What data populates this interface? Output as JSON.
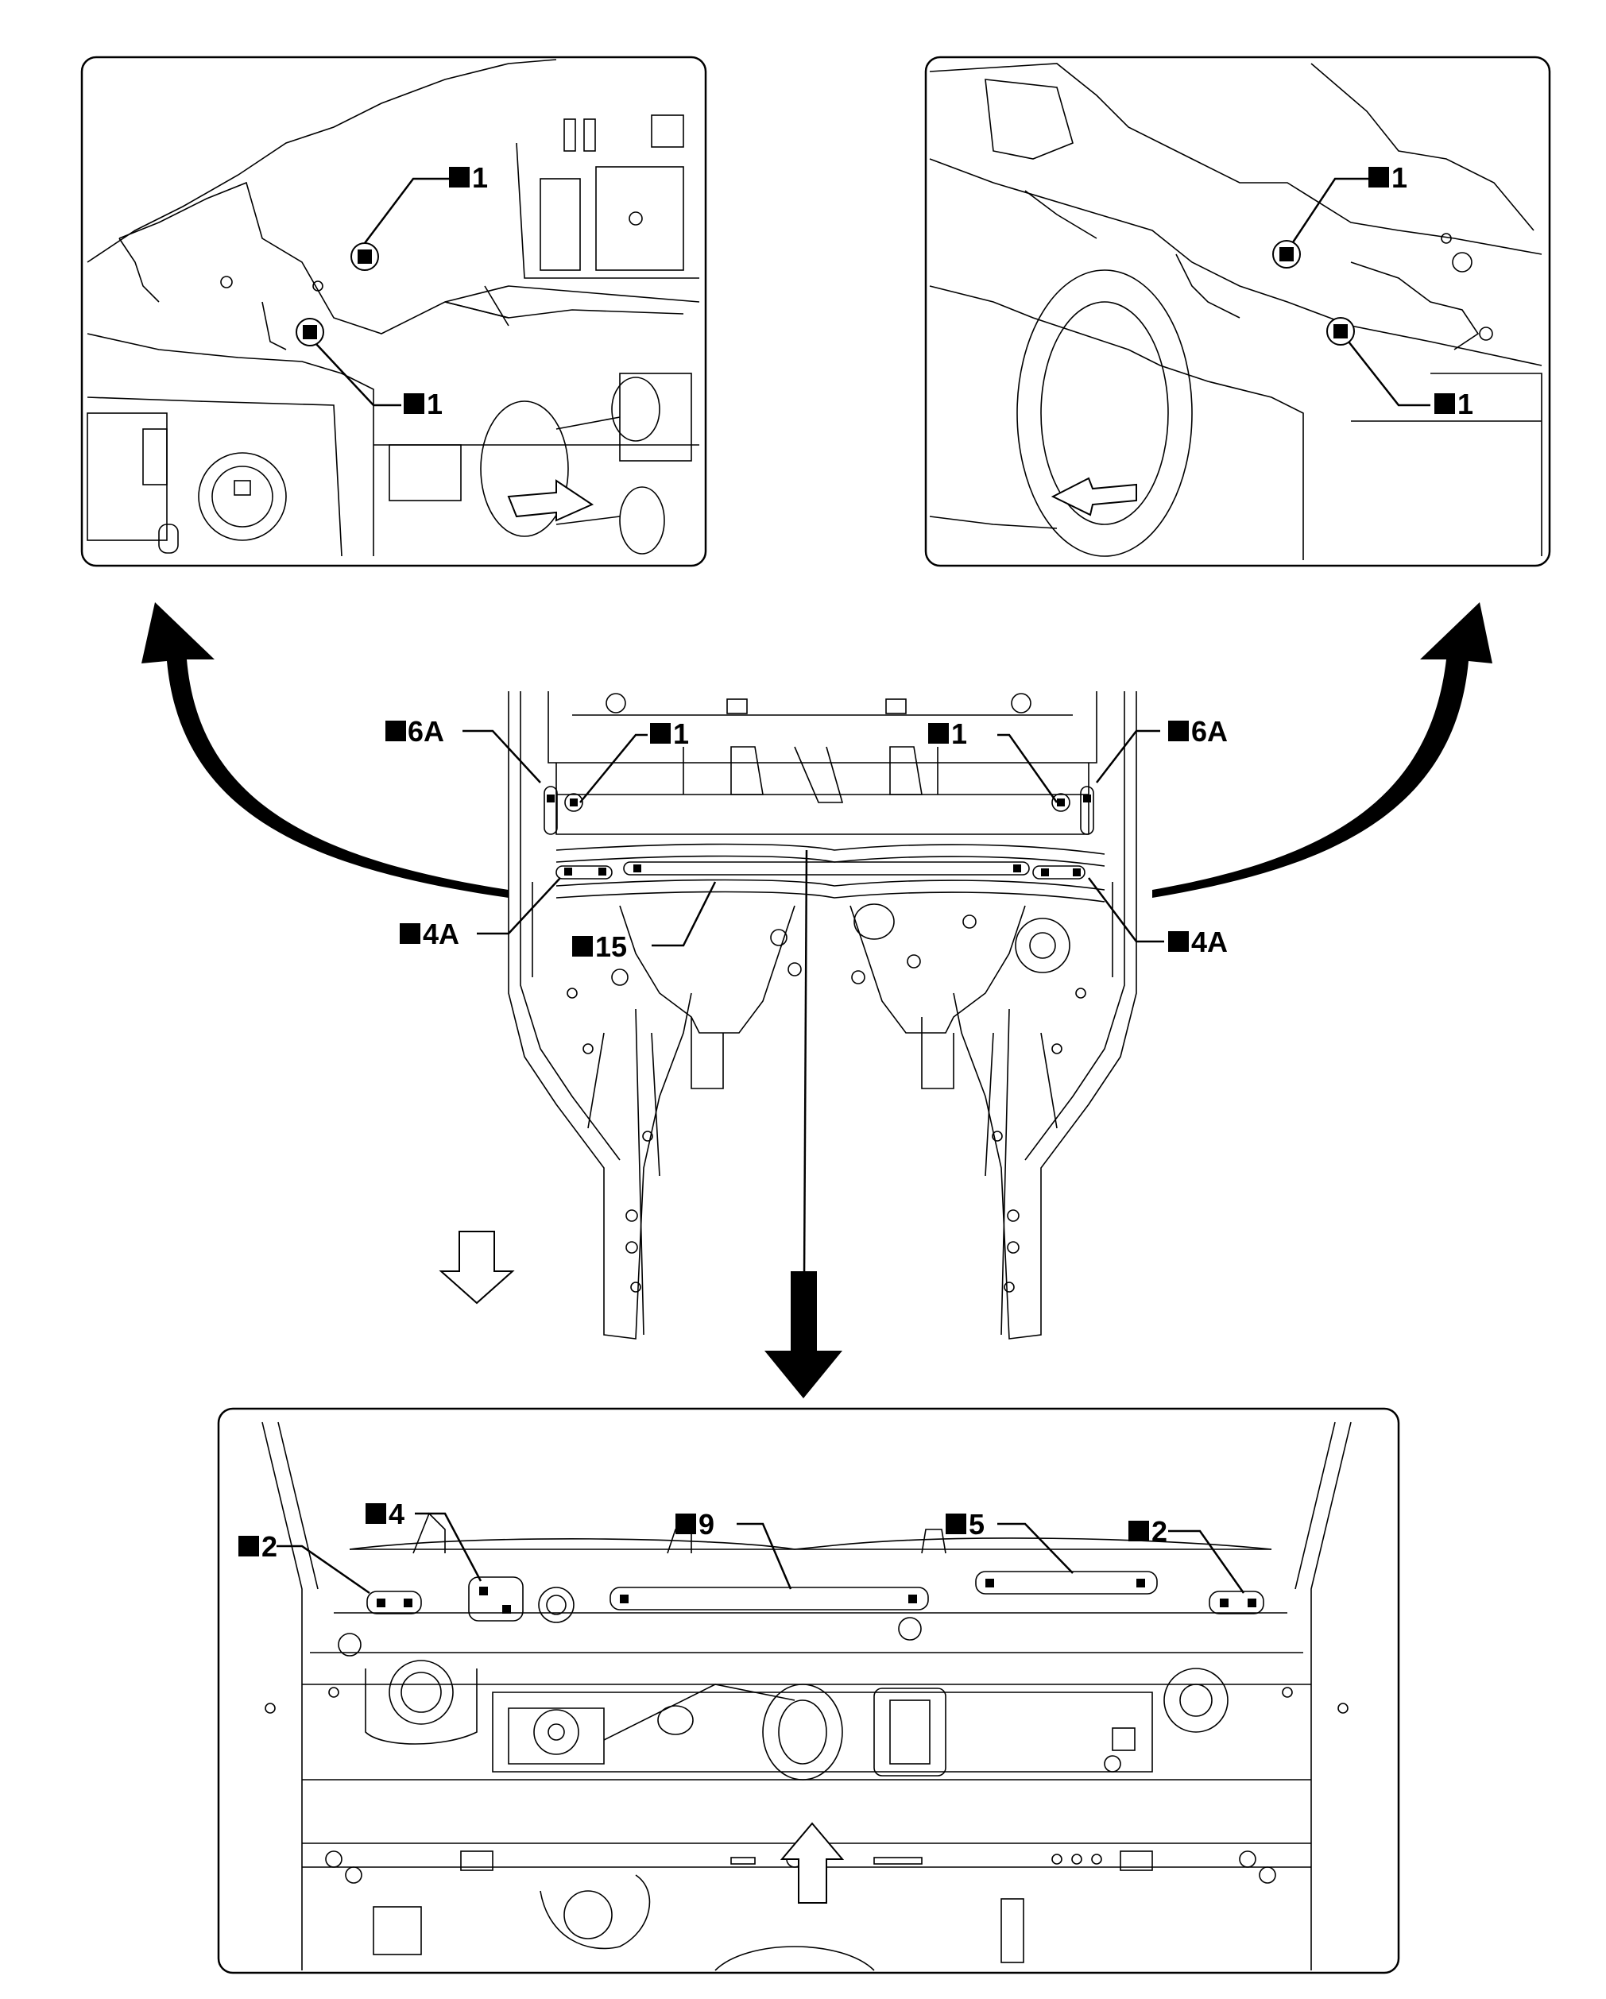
{
  "callouts": {
    "top_left_1a": "1",
    "top_left_1b": "1",
    "top_right_1a": "1",
    "top_right_1b": "1",
    "center_6a_left": "6A",
    "center_1_left": "1",
    "center_1_right": "1",
    "center_6a_right": "6A",
    "center_4a_left": "4A",
    "center_15": "15",
    "center_4a_right": "4A",
    "bottom_2_left": "2",
    "bottom_4": "4",
    "bottom_9": "9",
    "bottom_5": "5",
    "bottom_2_right": "2"
  },
  "icons": [
    "weld-spot-marker-icon",
    "curved-arrow-icon",
    "down-arrow-icon",
    "up-arrow-icon",
    "view-direction-arrow-icon"
  ]
}
